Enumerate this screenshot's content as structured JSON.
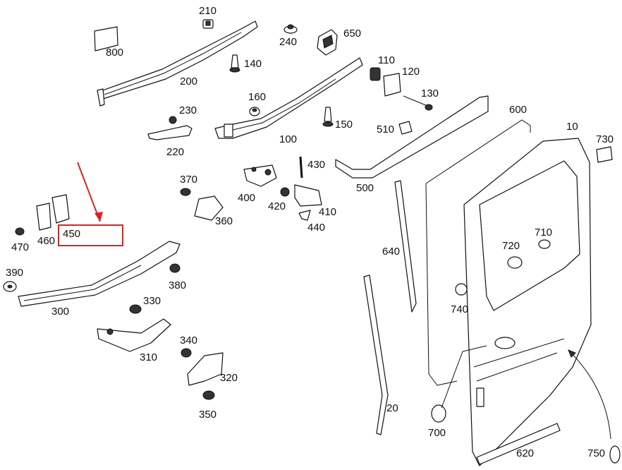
{
  "labels": {
    "p10": "10",
    "p20": "20",
    "p100": "100",
    "p110": "110",
    "p120": "120",
    "p130": "130",
    "p140": "140",
    "p150": "150",
    "p160": "160",
    "p200": "200",
    "p210": "210",
    "p220": "220",
    "p230": "230",
    "p240": "240",
    "p300": "300",
    "p310": "310",
    "p320": "320",
    "p330": "330",
    "p340": "340",
    "p350": "350",
    "p360": "360",
    "p370": "370",
    "p380": "380",
    "p390": "390",
    "p400": "400",
    "p410": "410",
    "p420": "420",
    "p430": "430",
    "p440": "440",
    "p450": "450",
    "p460": "460",
    "p470": "470",
    "p500": "500",
    "p510": "510",
    "p600": "600",
    "p620": "620",
    "p640": "640",
    "p650": "650",
    "p700": "700",
    "p710": "710",
    "p720": "720",
    "p730": "730",
    "p740": "740",
    "p750": "750",
    "p800": "800"
  },
  "highlight": {
    "part": "450",
    "color": "#e02020"
  }
}
